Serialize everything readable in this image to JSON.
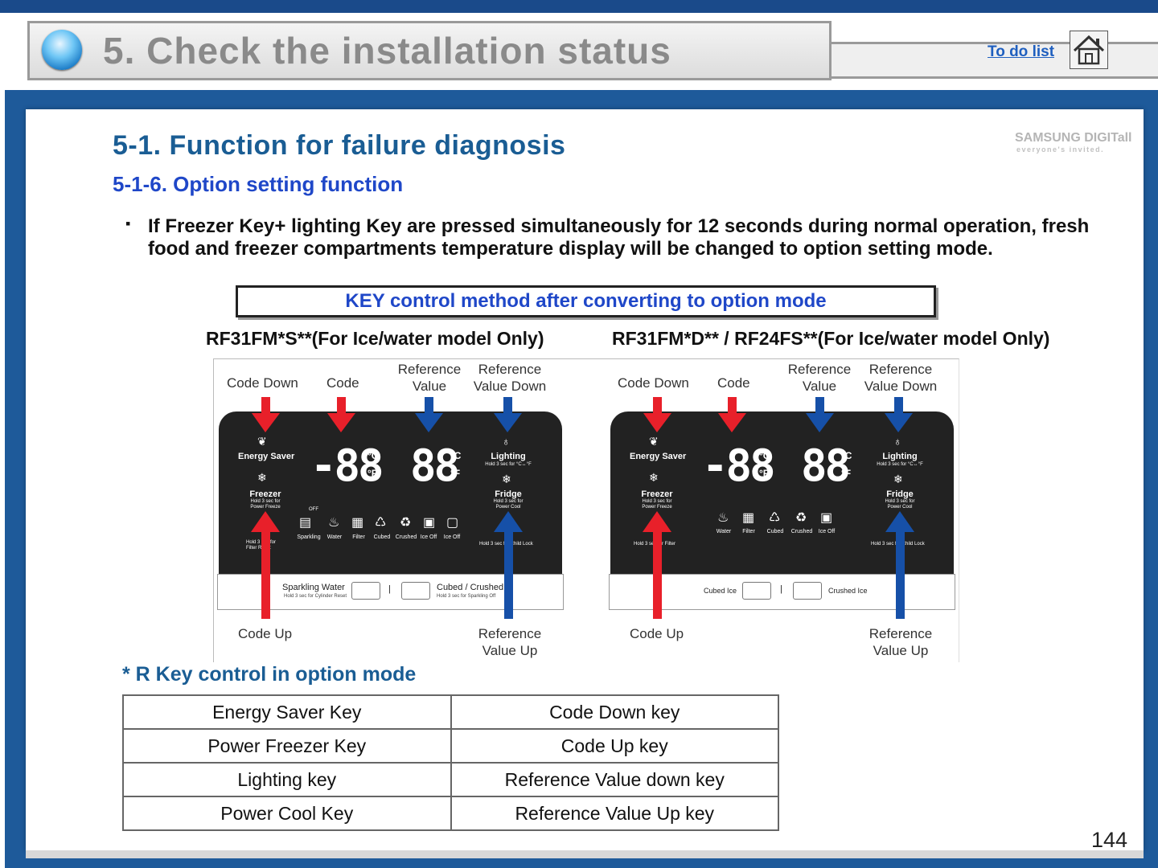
{
  "header": {
    "title": "5. Check the installation status",
    "todo_link": "To do list",
    "home_icon": "home-icon"
  },
  "brand": {
    "logo_line1": "SAMSUNG DIGITall",
    "logo_line2": "everyone's invited."
  },
  "section": {
    "title": "5-1. Function for failure diagnosis",
    "subtitle": "5-1-6. Option setting function"
  },
  "instruction": {
    "bullet": "▪",
    "text": "If Freezer Key+ lighting Key are pressed simultaneously for 12 seconds during normal operation, fresh food and freezer compartments temperature display will be changed to option setting mode."
  },
  "key_method_box": "KEY control method after converting to option mode",
  "models": {
    "left": {
      "title": "RF31FM*S**(For Ice/water model Only)",
      "labels": {
        "code_down": "Code Down",
        "code": "Code",
        "ref_value_1": "Reference",
        "ref_value_2": "Value",
        "ref_value_down_1": "Reference",
        "ref_value_down_2": "Value Down",
        "code_up": "Code Up",
        "ref_value_up_1": "Reference",
        "ref_value_up_2": "Value Up"
      },
      "panel": {
        "energy_saver": "Energy Saver",
        "freezer": "Freezer",
        "freezer_sub": "Hold 3 sec for Power Freeze",
        "lighting": "Lighting",
        "lighting_sub": "Hold 3 sec for °C↔°F",
        "fridge": "Fridge",
        "fridge_sub": "Hold 3 sec for Power Cool",
        "display_left": "-88",
        "display_right": "88",
        "unit_c": "°C",
        "unit_f": "°F",
        "icons": [
          "Sparkling",
          "Water",
          "Filter",
          "Cubed",
          "Crushed",
          "Ice Off",
          "Ice Off"
        ],
        "alarm_sub": "Hold 3 sec for Filter Reset",
        "lock_sub": "Hold 3 sec for Child Lock",
        "strip_left": "Sparkling Water",
        "strip_left_sub": "Hold 3 sec for Cylinder Reset",
        "strip_right": "Cubed / Crushed",
        "strip_right_sub": "Hold 3 sec for Sparkling Off",
        "off": "OFF"
      }
    },
    "right": {
      "title": "RF31FM*D** / RF24FS**(For Ice/water model Only)",
      "labels": {
        "code_down": "Code Down",
        "code": "Code",
        "ref_value_1": "Reference",
        "ref_value_2": "Value",
        "ref_value_down_1": "Reference",
        "ref_value_down_2": "Value Down",
        "code_up": "Code Up",
        "ref_value_up_1": "Reference",
        "ref_value_up_2": "Value Up"
      },
      "panel": {
        "energy_saver": "Energy Saver",
        "freezer": "Freezer",
        "freezer_sub": "Hold 3 sec for Power Freeze",
        "lighting": "Lighting",
        "lighting_sub": "Hold 3 sec for °C↔°F",
        "fridge": "Fridge",
        "fridge_sub": "Hold 3 sec for Power Cool",
        "display_left": "-88",
        "display_right": "88",
        "unit_c": "°C",
        "unit_f": "°F",
        "icons": [
          "Water",
          "Filter",
          "Cubed",
          "Crushed",
          "Ice Off"
        ],
        "alarm_sub": "Hold 3 sec for Filter",
        "lock_sub": "Hold 3 sec for Child Lock",
        "strip_left": "Cubed Ice",
        "strip_right": "Crushed Ice"
      }
    }
  },
  "r_key_heading": "* R Key control in option mode",
  "key_table": [
    [
      "Energy Saver Key",
      "Code Down key"
    ],
    [
      "Power Freezer Key",
      "Code Up key"
    ],
    [
      "Lighting key",
      "Reference Value down key"
    ],
    [
      "Power Cool Key",
      "Reference Value Up key"
    ]
  ],
  "page_number": "144",
  "colors": {
    "header_blue": "#1a4a8a",
    "title_gray": "#8a8a8a",
    "section_blue": "#1a5d94",
    "subsection_blue": "#1f47c8",
    "arrow_red": "#e8202a",
    "arrow_blue": "#1650a8"
  }
}
